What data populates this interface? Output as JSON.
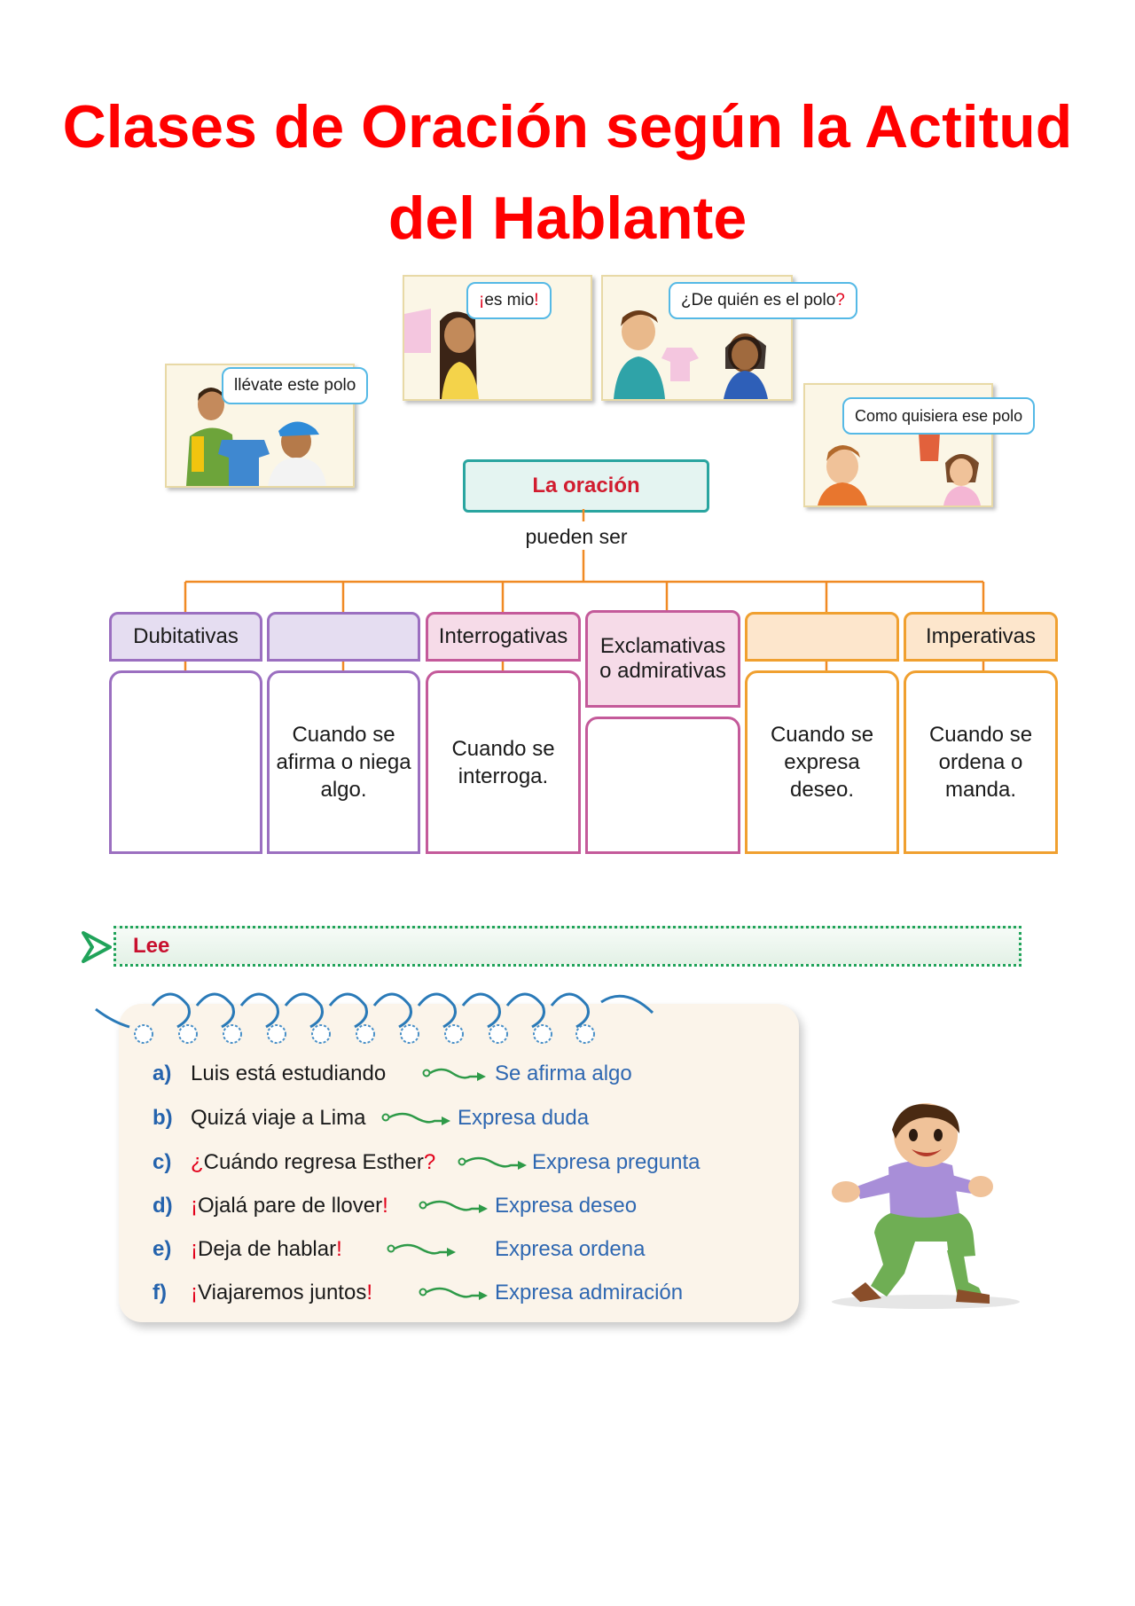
{
  "title": {
    "line1": "Clases de Oración según la Actitud",
    "line2": "del Hablante"
  },
  "bubbles": {
    "llevate": "llévate este polo",
    "es_mio_pre": "¡",
    "es_mio_word": "es mio",
    "es_mio_post": "!",
    "de_quien_pre": "¿",
    "de_quien_word": "De quién es el polo",
    "de_quien_post": "?",
    "como_quisiera": "Como quisiera ese polo"
  },
  "diagram": {
    "root": "La oración",
    "connector": "pueden ser",
    "categories": [
      {
        "label": "Dubitativas",
        "description": ""
      },
      {
        "label": "",
        "description": "Cuando se afirma o niega algo."
      },
      {
        "label": "Interrogativas",
        "description": "Cuando se interroga."
      },
      {
        "label": "Exclamativas o admirativas",
        "description": ""
      },
      {
        "label": "",
        "description": "Cuando se expresa deseo."
      },
      {
        "label": "Imperativas",
        "description": "Cuando se ordena o manda."
      }
    ]
  },
  "lee": {
    "label": "Lee"
  },
  "examples": [
    {
      "letter": "a)",
      "pre": "",
      "sentence": "Luis está estudiando",
      "post": "",
      "result": "Se afirma algo"
    },
    {
      "letter": "b)",
      "pre": "",
      "sentence": "Quizá viaje a Lima",
      "post": "",
      "result": "Expresa duda"
    },
    {
      "letter": "c)",
      "pre": "¿",
      "sentence": "Cuándo regresa Esther",
      "post": "?",
      "result": "Expresa pregunta"
    },
    {
      "letter": "d)",
      "pre": "¡",
      "sentence": "Ojalá pare de llover",
      "post": "!",
      "result": "Expresa deseo"
    },
    {
      "letter": "e)",
      "pre": "¡",
      "sentence": "Deja de hablar",
      "post": "!",
      "result": "Expresa ordena"
    },
    {
      "letter": "f)",
      "pre": "¡",
      "sentence": "Viajaremos juntos",
      "post": "!",
      "result": "Expresa admiración"
    }
  ],
  "colors": {
    "title": "#ff0000",
    "root_border": "#2aa5a0",
    "purple": "#9b6fc0",
    "pink": "#c45a9a",
    "orange": "#f0a030",
    "connector": "#f08a24",
    "lee_green": "#20a35a",
    "result_blue": "#2e67b1"
  }
}
